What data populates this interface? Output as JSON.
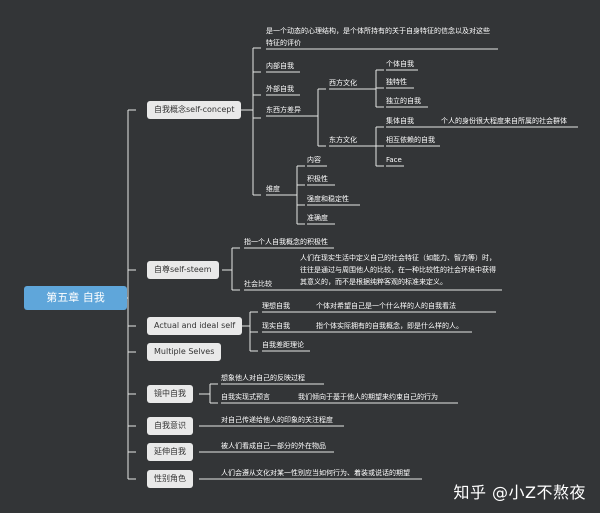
{
  "root": "第五章 自我",
  "branches": {
    "self_concept": "自我概念self-concept",
    "self_steem": "自尊self-steem",
    "actual_ideal": "Actual and ideal self",
    "multiple": "Multiple Selves",
    "mirror": "镜中自我",
    "awareness": "自我意识",
    "extended": "延伸自我",
    "gender": "性别角色"
  },
  "self_concept": {
    "definition": "是一个动态的心理结构，是个体所持有的关于自身特征的信念以及对这些特征的评价",
    "internal": "内部自我",
    "external": "外部自我",
    "east_west": "东西方差异",
    "western": "西方文化",
    "w_items": [
      "个体自我",
      "独特性",
      "独立的自我"
    ],
    "eastern": "东方文化",
    "collective": "集体自我",
    "collective_note": "个人的身份很大程度来自所属的社会群体",
    "e_items": [
      "相互依赖的自我",
      "Face"
    ],
    "dimension": "维度",
    "d_items": [
      "内容",
      "积极性",
      "强度和稳定性",
      "准确度"
    ]
  },
  "self_steem": {
    "definition": "指一个人自我概念的积极性",
    "social_compare": "社会比较",
    "compare_note": "人们在现实生活中定义自己的社会特征（如能力、智力等）时，往往是通过与周围他人的比较，在一种比较性的社会环境中获得其意义的，而不是根据纯粹客观的标准来定义。"
  },
  "actual_ideal": {
    "ideal": "理想自我",
    "ideal_note": "个体对希望自己是一个什么样的人的自我看法",
    "real": "现实自我",
    "real_note": "指个体实际拥有的自我概念，即是什么样的人。",
    "gap": "自我差距理论"
  },
  "mirror": {
    "imagine": "想象他人对自己的反映过程",
    "prophecy": "自我实现式预言",
    "prophecy_note": "我们倾向于基于他人的期望来约束自己的行为"
  },
  "awareness": {
    "note": "对自己传递给他人的印象的关注程度"
  },
  "extended": {
    "note": "被人们看成自己一部分的外在物品"
  },
  "gender": {
    "note": "人们会遵从文化对某一性别应当如何行为、着装或说话的期望"
  },
  "watermark": "知乎 @小Z不熬夜"
}
